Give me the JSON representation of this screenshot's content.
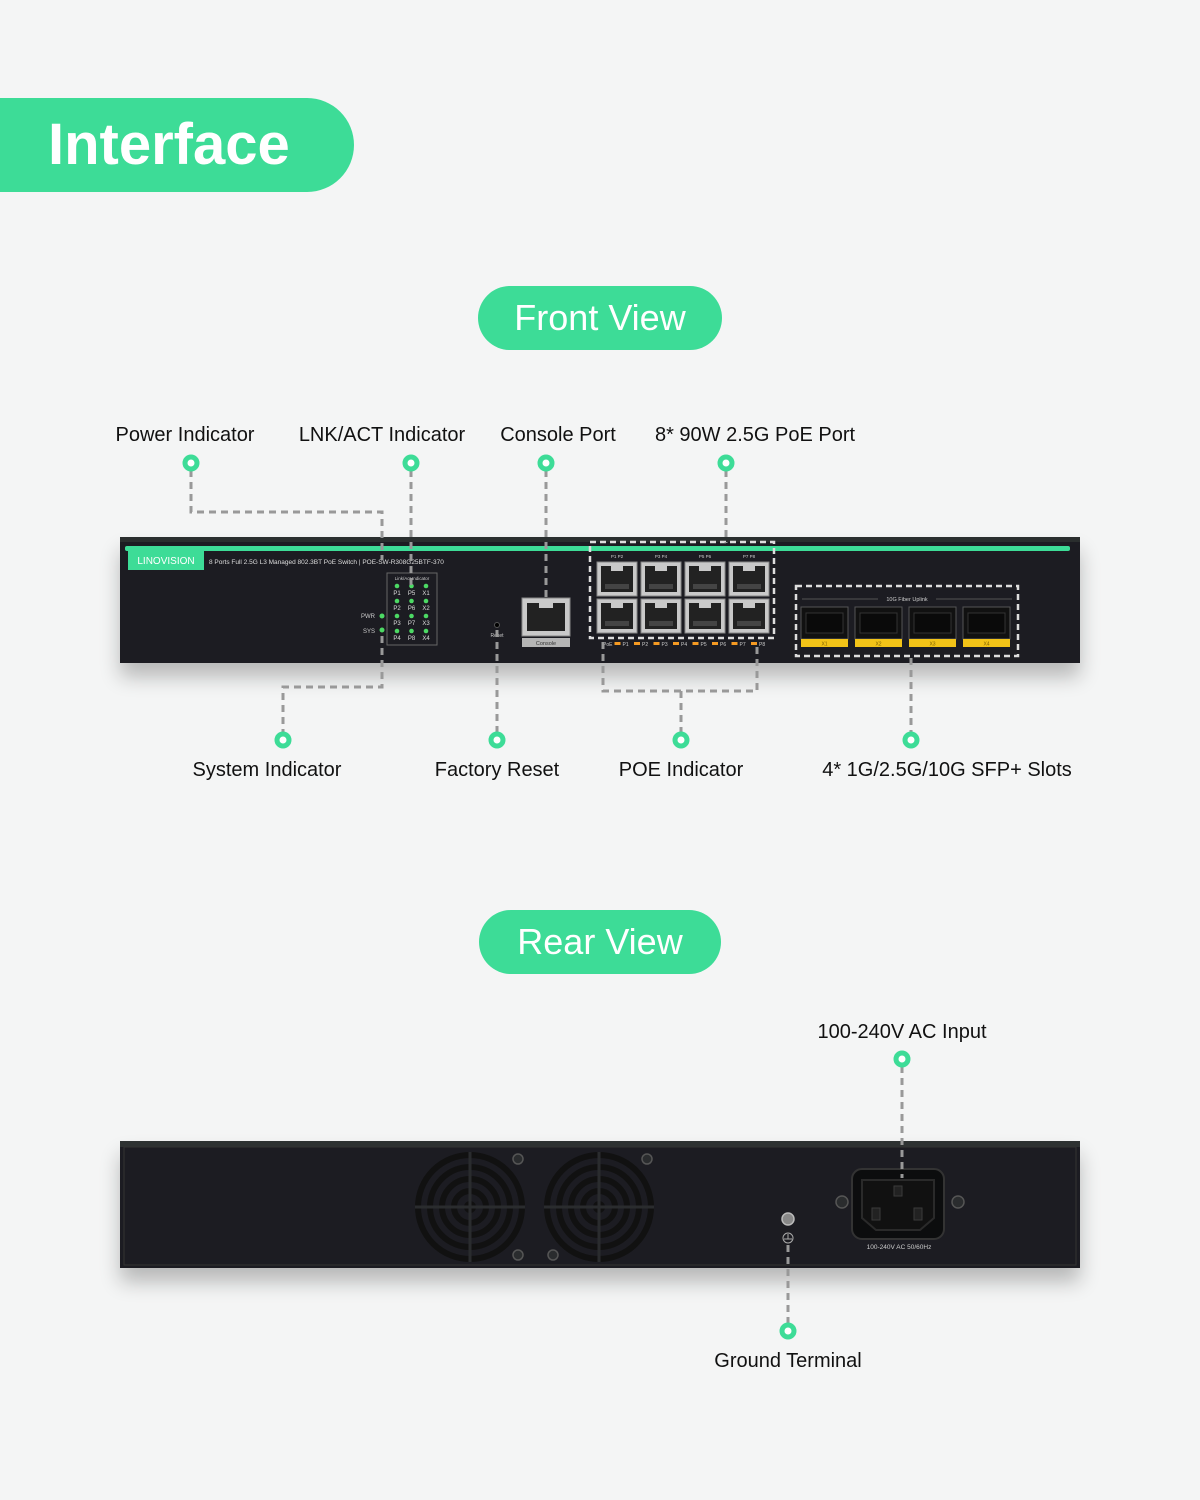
{
  "header": {
    "title": "Interface"
  },
  "front": {
    "pill": "Front View",
    "labels": {
      "power_indicator": "Power Indicator",
      "lnk_act_indicator": "LNK/ACT Indicator",
      "console_port": "Console Port",
      "poe_ports": "8* 90W 2.5G PoE Port",
      "system_indicator": "System Indicator",
      "factory_reset": "Factory Reset",
      "poe_indicator": "POE Indicator",
      "sfp_slots": "4* 1G/2.5G/10G SFP+ Slots"
    },
    "device": {
      "brand": "LINOVISION",
      "model_text": "8 Ports Full 2.5G L3 Managed 802.3BT PoE Switch | POE-SW-R308G25BTF-370",
      "led_panel_title": "Link/Act Indicator",
      "led_rows": [
        [
          "P1",
          "P5",
          "X1"
        ],
        [
          "P2",
          "P6",
          "X2"
        ],
        [
          "P3",
          "P7",
          "X3"
        ],
        [
          "P4",
          "P8",
          "X4"
        ]
      ],
      "pwr": "PWR",
      "sys": "SYS",
      "reset": "Reset",
      "console": "Console",
      "fiber_title": "10G Fiber Uplink",
      "sfp_names": [
        "X1",
        "X2",
        "X3",
        "X4"
      ],
      "poe_strip": [
        "PoE",
        "P1",
        "P2",
        "P3",
        "P4",
        "P5",
        "P6",
        "P7",
        "P8"
      ],
      "port_top_labels": [
        "P1 P2",
        "P3 P4",
        "P5 P6",
        "P7 P8"
      ]
    }
  },
  "rear": {
    "pill": "Rear View",
    "labels": {
      "ac_input": "100-240V AC Input",
      "ground_terminal": "Ground Terminal"
    },
    "device": {
      "ac_text": "100-240V AC 50/60Hz"
    }
  },
  "colors": {
    "accent": "#3ddc97",
    "device_body": "#1d1f21",
    "sfp_yellow": "#f2c318",
    "led_green": "#4cd964",
    "led_orange": "#f59a23"
  }
}
